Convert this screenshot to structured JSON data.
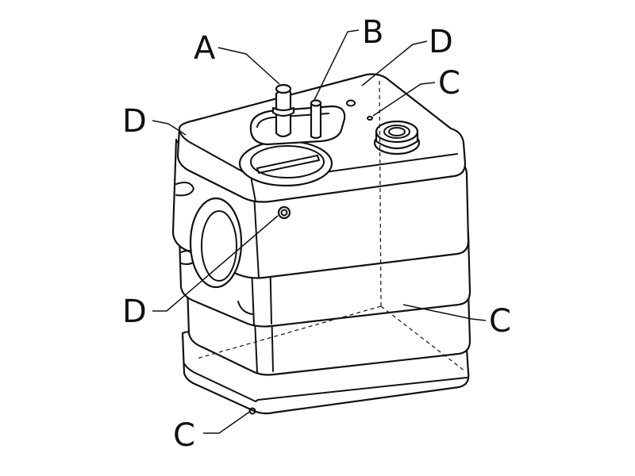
{
  "callouts": {
    "a_top": "A",
    "b_top": "B",
    "d_top_right": "D",
    "c_top_right": "C",
    "d_upper_left": "D",
    "d_lower_left": "D",
    "c_lower_right": "C",
    "c_bottom_left": "C"
  }
}
